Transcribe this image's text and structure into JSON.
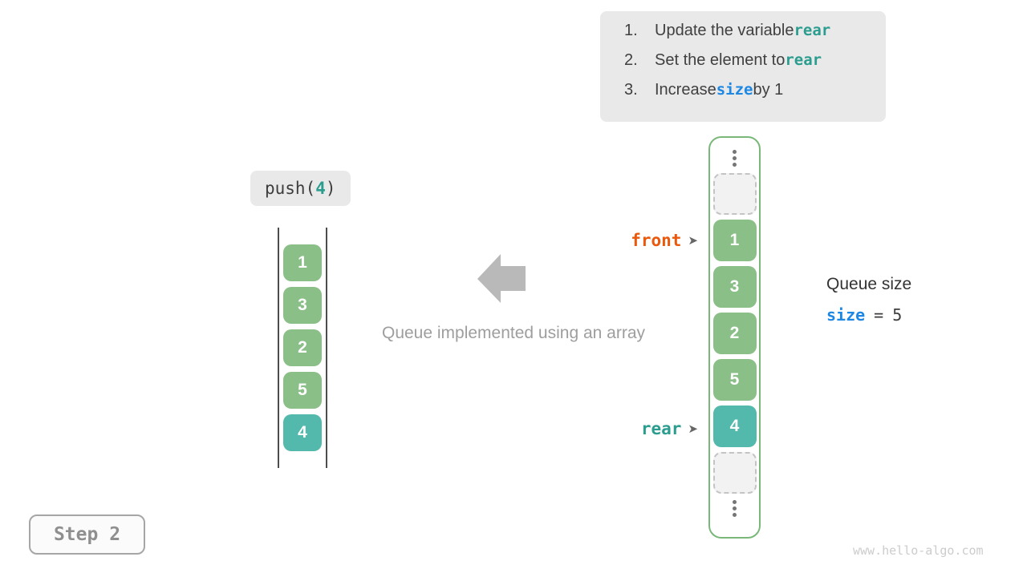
{
  "colors": {
    "cell_green": "#8abf87",
    "cell_teal": "#52b9ac",
    "code_teal": "#2a9d8f",
    "code_blue": "#1d87e4",
    "front_orange": "#ea580c",
    "panel_gray": "#e9e9e9",
    "array_border_green": "#7ab87a"
  },
  "instructions": {
    "items": [
      {
        "number": "1.",
        "prefix": "Update the variable ",
        "code": "rear",
        "suffix": ""
      },
      {
        "number": "2.",
        "prefix": "Set the element to ",
        "code": "rear",
        "suffix": ""
      },
      {
        "number": "3.",
        "prefix": "Increase ",
        "code": "size",
        "suffix": " by 1"
      }
    ]
  },
  "operation": {
    "name": "push(",
    "arg": "4",
    "close": ")"
  },
  "stack": {
    "values": [
      "1",
      "3",
      "2",
      "5",
      "4"
    ]
  },
  "caption": "Queue implemented using an array",
  "array": {
    "values": [
      "1",
      "3",
      "2",
      "5",
      "4"
    ],
    "front_label": "front",
    "rear_label": "rear",
    "pointer_glyph": "➤"
  },
  "queue_size": {
    "title": "Queue size",
    "variable": "size",
    "equals": "=",
    "value": "5"
  },
  "step_label": "Step 2",
  "watermark": "www.hello-algo.com"
}
